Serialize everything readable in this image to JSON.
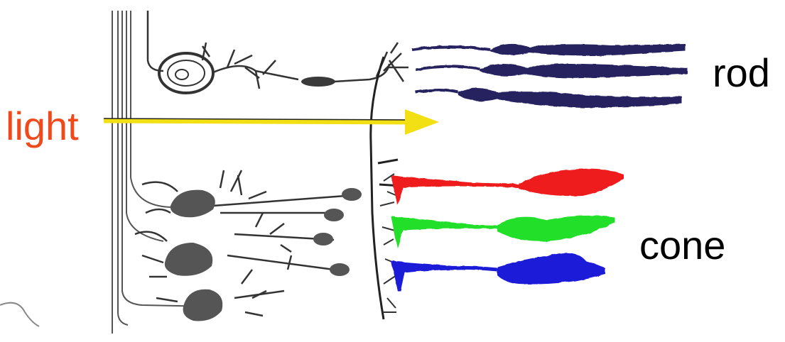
{
  "labels": {
    "light": "light",
    "rod": "rod",
    "cone": "cone"
  },
  "colors": {
    "light_label": "#f04a1c",
    "light_arrow": "#f2df14",
    "rod": "#27235e",
    "cone_red": "#ee1c1c",
    "cone_green": "#22e02a",
    "cone_blue": "#1b1fd8",
    "neuron": "#3a3a3a"
  }
}
